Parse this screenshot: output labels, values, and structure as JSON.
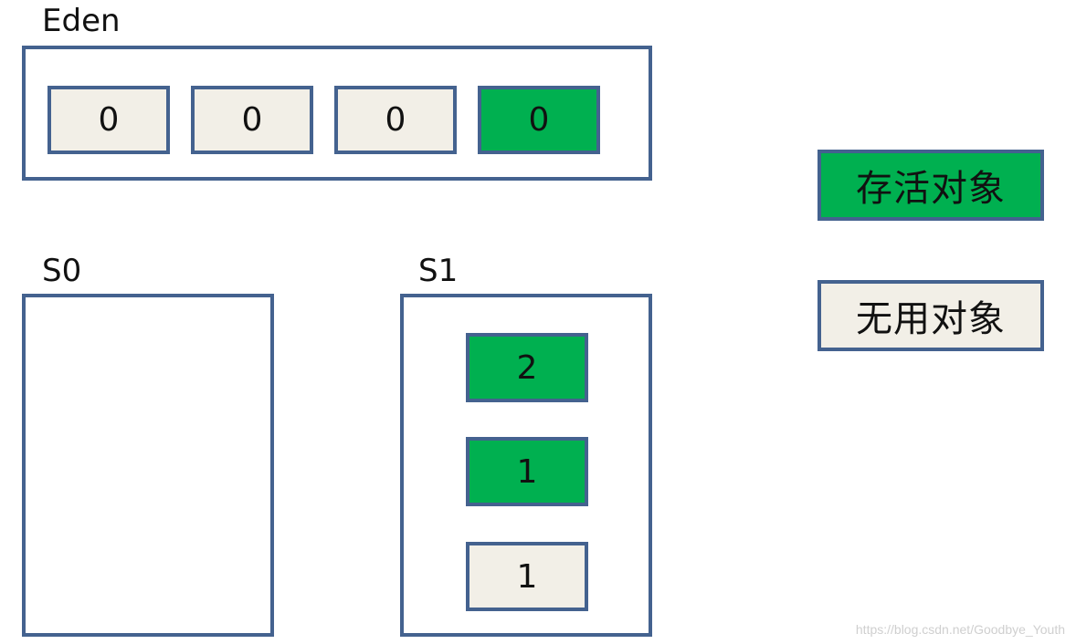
{
  "colors": {
    "border": "#44628f",
    "alive": "#00b050",
    "garbage": "#f2efe7"
  },
  "eden": {
    "label": "Eden",
    "cells": [
      {
        "value": "0",
        "state": "garbage"
      },
      {
        "value": "0",
        "state": "garbage"
      },
      {
        "value": "0",
        "state": "garbage"
      },
      {
        "value": "0",
        "state": "alive"
      }
    ]
  },
  "s0": {
    "label": "S0"
  },
  "s1": {
    "label": "S1",
    "cells": [
      {
        "value": "2",
        "state": "alive"
      },
      {
        "value": "1",
        "state": "alive"
      },
      {
        "value": "1",
        "state": "garbage"
      }
    ]
  },
  "legend": {
    "alive_label": "存活对象",
    "garbage_label": "无用对象"
  },
  "watermark": "https://blog.csdn.net/Goodbye_Youth"
}
